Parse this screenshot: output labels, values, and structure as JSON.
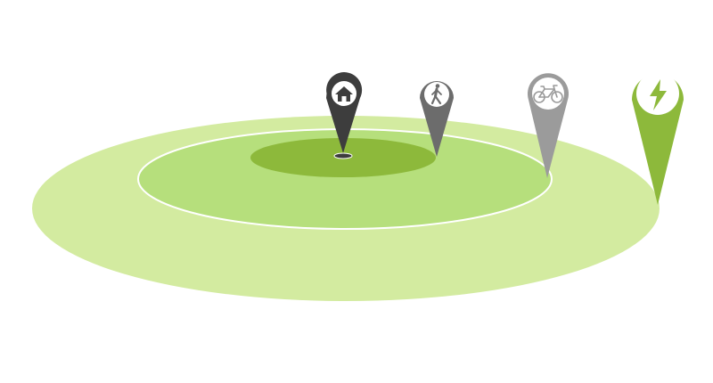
{
  "colors": {
    "ring_outer": "#d3eba0",
    "ring_middle": "#b6df7c",
    "ring_inner": "#8db93b",
    "ring_stroke": "#ffffff",
    "pin_home": "#3d3d3d",
    "pin_walk": "#6c6c6c",
    "pin_bike": "#9b9b9b",
    "pin_electric": "#8db93b",
    "icon_bg": "#ffffff"
  },
  "pins": [
    {
      "id": "home",
      "icon": "house-icon",
      "color_key": "pin_home"
    },
    {
      "id": "walk",
      "icon": "walking-person-icon",
      "color_key": "pin_walk"
    },
    {
      "id": "bike",
      "icon": "bicycle-icon",
      "color_key": "pin_bike"
    },
    {
      "id": "electric",
      "icon": "lightning-bolt-icon",
      "color_key": "pin_electric"
    }
  ]
}
